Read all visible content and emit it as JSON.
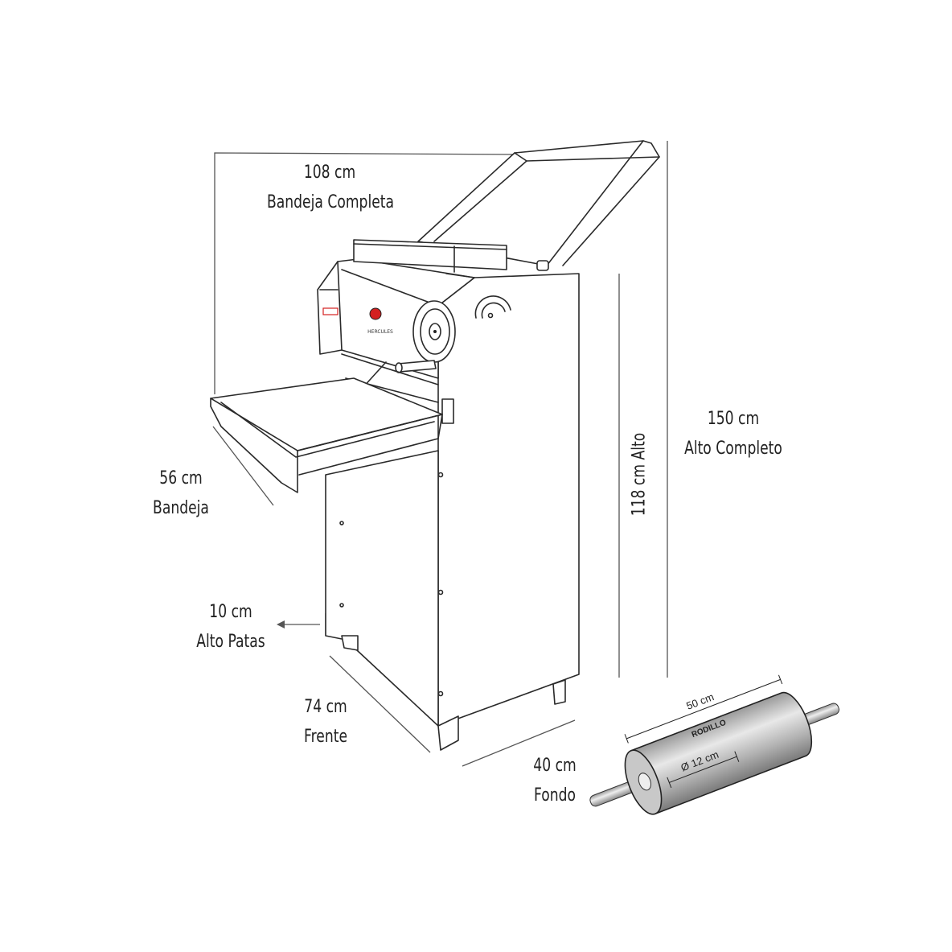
{
  "diagram": {
    "brand_logo": "HERCULES",
    "dimensions": {
      "tray_full": {
        "value": "108 cm",
        "label": "Bandeja Completa"
      },
      "total_height": {
        "value": "150 cm",
        "label": "Alto Completo"
      },
      "body_height": {
        "value": "118 cm Alto"
      },
      "tray": {
        "value": "56 cm",
        "label": "Bandeja"
      },
      "legs": {
        "value": "10 cm",
        "label": "Alto Patas"
      },
      "front": {
        "value": "74 cm",
        "label": "Frente"
      },
      "depth": {
        "value": "40 cm",
        "label": "Fondo"
      }
    },
    "roller": {
      "name": "RODILLO",
      "length": "50 cm",
      "diameter": "Ø 12 cm"
    },
    "colors": {
      "line": "#2a2a2a",
      "logo_red": "#d42020",
      "roller": "#b8b8b8"
    }
  }
}
